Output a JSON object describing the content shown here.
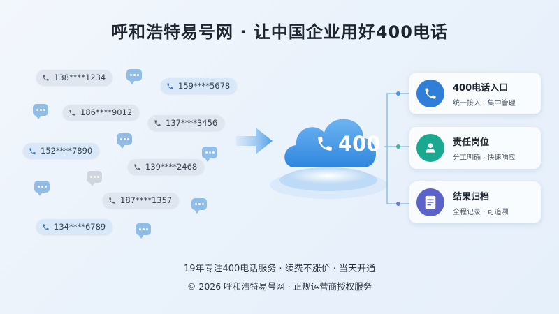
{
  "title": "呼和浩特易号网 · 让中国企业用好400电话",
  "phone_numbers": [
    "138****1234",
    "159****5678",
    "186****9012",
    "137****3456",
    "152****7890",
    "139****2468",
    "187****1357",
    "134****6789"
  ],
  "hub": {
    "label": "400",
    "icon": "phone-icon"
  },
  "features": [
    {
      "title": "400电话入口",
      "desc": "统一接入 · 集中管理",
      "icon": "phone-icon",
      "color": "#2f7fd8"
    },
    {
      "title": "责任岗位",
      "desc": "分工明确 · 快速响应",
      "icon": "user-icon",
      "color": "#1aa890"
    },
    {
      "title": "结果归档",
      "desc": "全程记录 · 可追溯",
      "icon": "document-icon",
      "color": "#5b63c9"
    }
  ],
  "footer": {
    "line1": "19年专注400电话服务 · 续费不涨价 · 当天开通",
    "line2": "© 2026 呼和浩特易号网 · 正规运营商授权服务"
  }
}
